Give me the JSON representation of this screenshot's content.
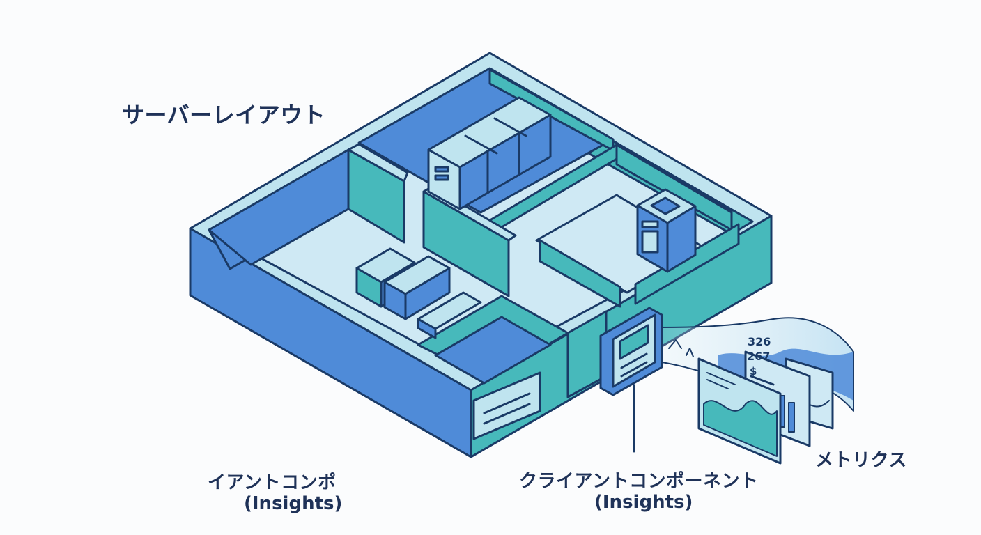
{
  "labels": {
    "server_layout": "サーバーレイアウト",
    "client_component_short": "イアントコンポ",
    "client_component_short_sub": "(Insights)",
    "client_component": "クライアントコンポーネント",
    "client_component_sub": "(Insights)",
    "metrics": "メトリクス"
  },
  "metrics_panel": {
    "value_1": "326",
    "value_2": "267",
    "currency_symbol": "$"
  },
  "colors": {
    "outline": "#1a3a66",
    "wall_blue": "#4f8bd8",
    "wall_teal": "#47b9bb",
    "floor_light": "#cfe9f4",
    "rim_light": "#bfe4ef",
    "background": "#fbfcfd"
  }
}
